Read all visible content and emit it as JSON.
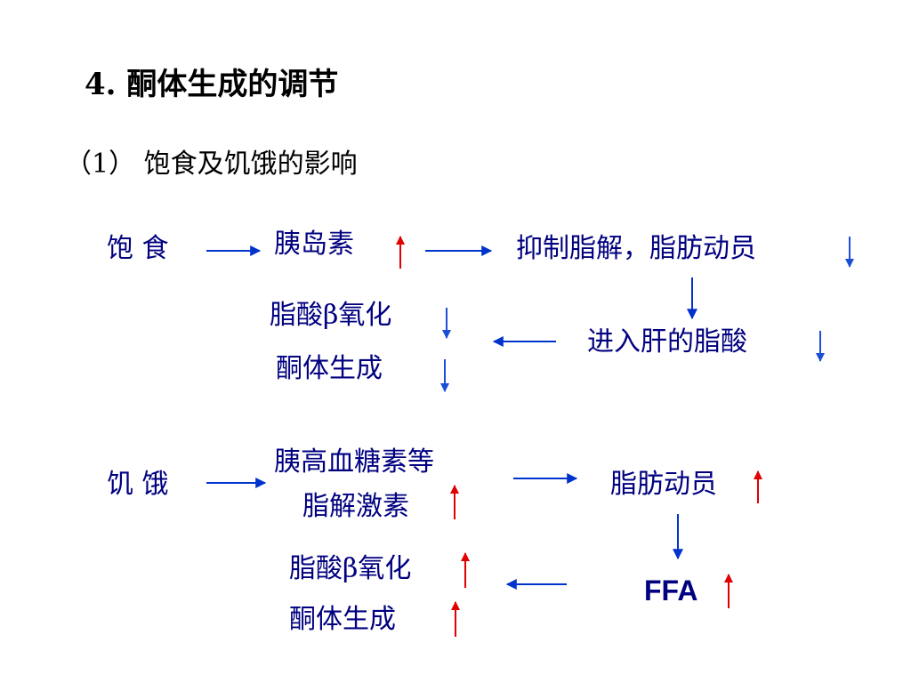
{
  "title": "4. 酮体生成的调节",
  "subtitle": "（1） 饱食及饥饿的影响",
  "fed": {
    "start": "饱 食",
    "insulin": "胰岛素",
    "inhibit": "抑制脂解，脂肪动员",
    "beta_ox": "脂酸β氧化",
    "ketone": "酮体生成",
    "liver_fa": "进入肝的脂酸"
  },
  "fast": {
    "start": "饥 饿",
    "hormones_line1": "胰高血糖素等",
    "hormones_line2": "脂解激素",
    "mobilize": "脂肪动员",
    "beta_ox": "脂酸β氧化",
    "ketone": "酮体生成",
    "ffa": "FFA"
  },
  "colors": {
    "text": "#000080",
    "title": "#000000",
    "flow_arrow": "#0033cc",
    "increase_arrow": "#e00000",
    "decrease_arrow": "#1a4fd6"
  },
  "icons": {
    "increase": "red-up-arrow-icon",
    "decrease": "blue-down-arrow-icon"
  }
}
